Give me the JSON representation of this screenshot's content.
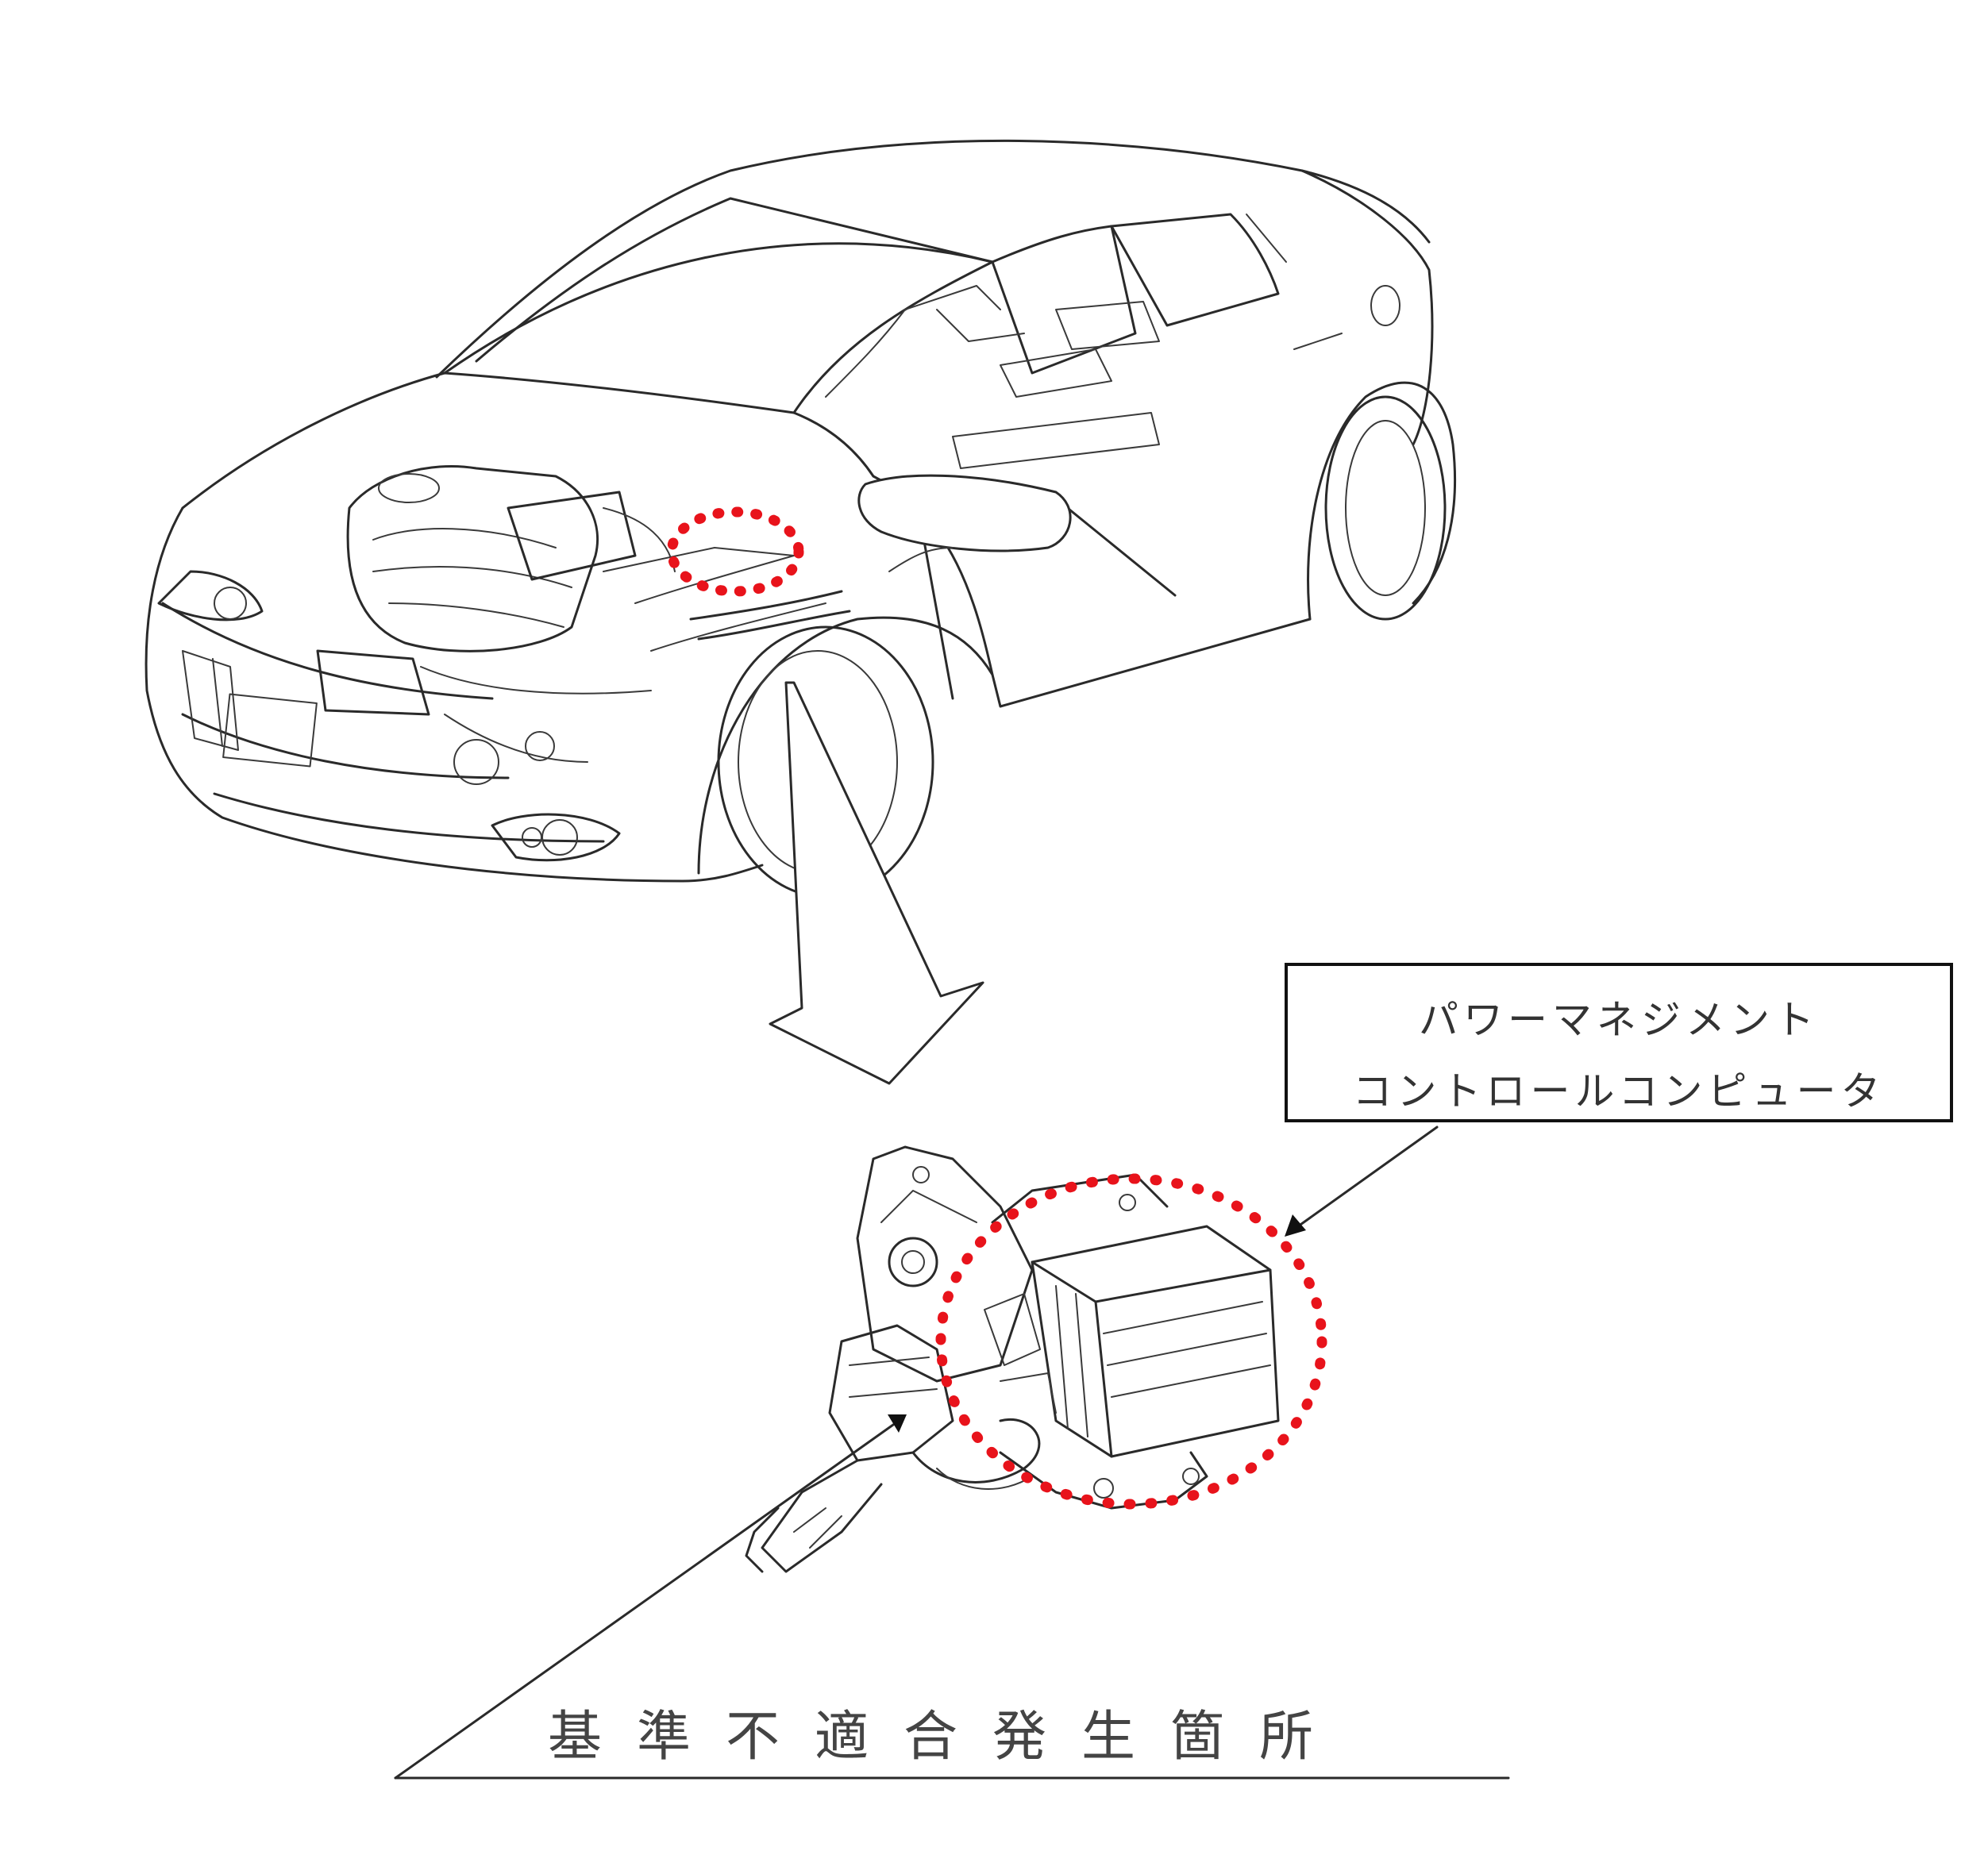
{
  "callout": {
    "line1": "パワーマネジメント",
    "line2": "コントロールコンピュータ"
  },
  "defect_label": "基準不適合発生箇所",
  "colors": {
    "highlight_ring": "#e8131b",
    "line_art": "#2a2a2a",
    "text": "#333333"
  }
}
